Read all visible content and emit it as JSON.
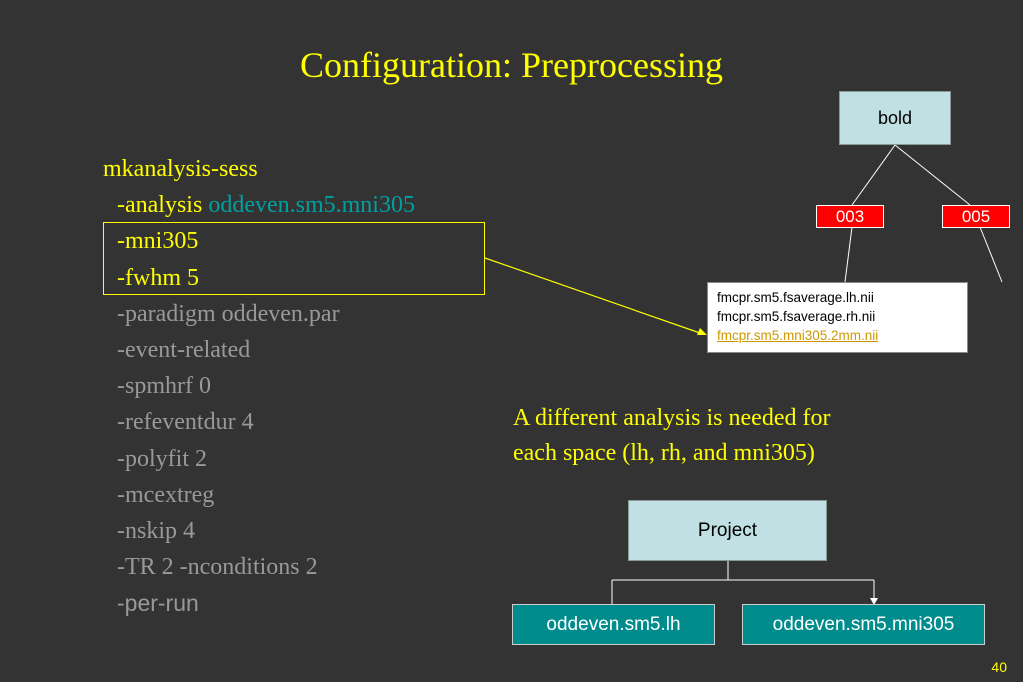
{
  "title": "Configuration: Preprocessing",
  "command": {
    "name": "mkanalysis-sess",
    "analysis_flag": "-analysis",
    "analysis_value": "oddeven.sm5.mni305",
    "highlighted": [
      "-mni305",
      "-fwhm 5"
    ],
    "other_args": [
      "-paradigm oddeven.par",
      "-event-related",
      "-spmhrf 0",
      "-refeventdur 4",
      "-polyfit 2",
      "-mcextreg",
      "-nskip 4",
      "-TR 2 -nconditions 2"
    ],
    "last_arg": "-per-run"
  },
  "tree": {
    "root": "bold",
    "runs": [
      "003",
      "005"
    ],
    "files": [
      "fmcpr.sm5.fsaverage.lh.nii",
      "fmcpr.sm5.fsaverage.rh.nii",
      "fmcpr.sm5.mni305.2mm.nii"
    ]
  },
  "note": {
    "line1": "A different analysis is needed for",
    "line2": "each space (lh, rh, and mni305)"
  },
  "project": {
    "root": "Project",
    "children": [
      "oddeven.sm5.lh",
      "oddeven.sm5.mni305"
    ]
  },
  "page_number": "40",
  "colors": {
    "background": "#333333",
    "accent": "#ffff00",
    "node": "#c0e0e4",
    "run": "#ff0000",
    "analysis": "#008c8c"
  }
}
